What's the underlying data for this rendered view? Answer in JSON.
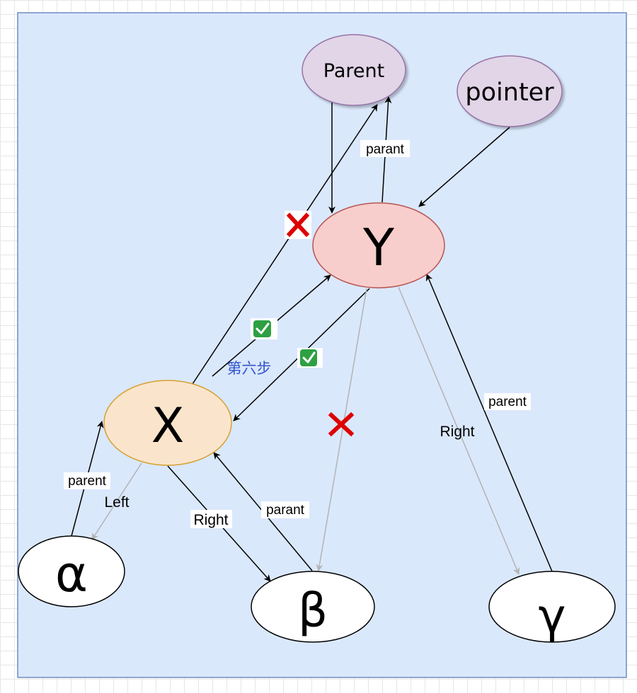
{
  "colors": {
    "panel_fill": "#dae8fc",
    "panel_stroke": "#6c8ebf",
    "purple_fill": "#e1d5e7",
    "purple_stroke": "#9673a6",
    "red_fill": "#f8cecc",
    "red_stroke": "#b85450",
    "orange_fill": "#fae5cc",
    "orange_stroke": "#d6a030",
    "white_fill": "#ffffff",
    "edge_black": "#000000",
    "edge_gray": "#b3b3b3",
    "step_text": "#3355cc",
    "cross": "#dd0000",
    "check_bg": "#2ea043"
  },
  "nodes": {
    "parent": "Parent",
    "pointer": "pointer",
    "y": "Y",
    "x": "X",
    "alpha": "α",
    "beta": "β",
    "gamma": "γ"
  },
  "edge_labels": {
    "parant_y_parent": "parant",
    "parent_y_gamma": "parent",
    "right_y_gamma": "Right",
    "parent_x_alpha": "parent",
    "left_x_alpha": "Left",
    "right_x_beta": "Right",
    "parant_x_beta": "parant"
  },
  "annotations": {
    "step": "第六步",
    "check_icon": "check-mark",
    "cross_icon": "cross-mark"
  }
}
